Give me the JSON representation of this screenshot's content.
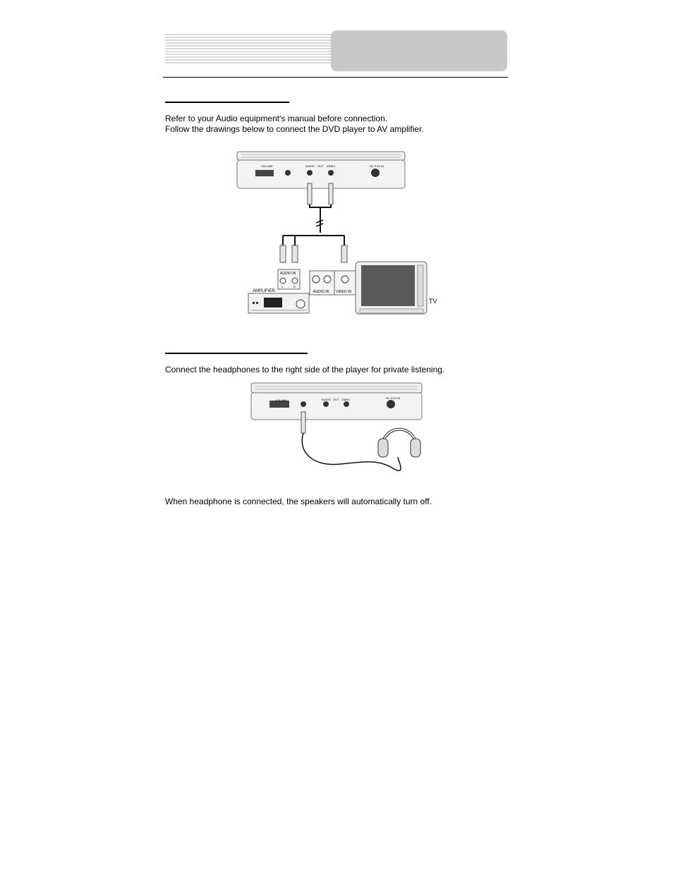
{
  "section1": {
    "line1": "Refer to your Audio equipment's manual before connection.",
    "line2": "Follow the drawings below to connect the DVD player to AV amplifier."
  },
  "figure1": {
    "volume": "VOLUME",
    "audio": "AUDIO",
    "out": "OUT",
    "video": "VIDEO",
    "dc_in": "DC 9.5V IN",
    "audio_in": "AUDIO IN",
    "l": "L",
    "r": "R",
    "amplifier": "AMPLIFIER",
    "tv_audio_in": "AUDIO IN",
    "tv_video_in": "VIDEO IN",
    "tv": "TV"
  },
  "section2": {
    "line1": "Connect the headphones to the right side of the player for private listening."
  },
  "figure2": {
    "volume": "VOLUME",
    "audio": "AUDIO",
    "out": "OUT",
    "video": "VIDEO",
    "dc_in": "DC 9.5V IN"
  },
  "note": "When headphone is connected, the speakers will automatically turn off."
}
